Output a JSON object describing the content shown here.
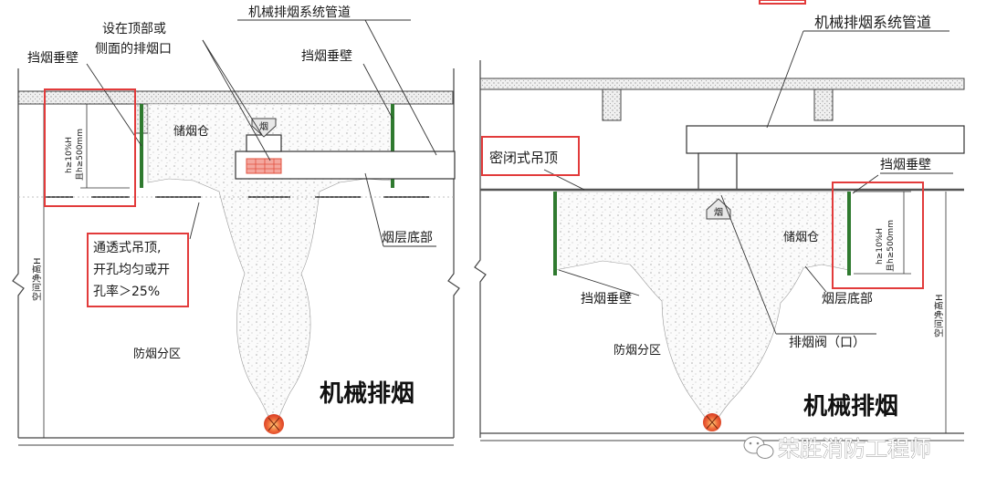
{
  "left_panel": {
    "labels": {
      "smoke_wall_top": "挡烟垂壁",
      "outlet_line1": "设在顶部或",
      "outlet_line2": "侧面的排烟口",
      "duct": "机械排烟系统管道",
      "smoke_wall_right": "挡烟垂壁",
      "h_line1": "h≥10%H",
      "h_line2": "且h≥500mm",
      "smoke_reservoir": "储烟仓",
      "smoke_flag": "烟",
      "smoke_layer_bottom": "烟层底部",
      "ceiling_line1": "通透式吊顶,",
      "ceiling_line2": "开孔均匀或开",
      "ceiling_line3": "孔率＞25%",
      "clear_height": "空间净高H",
      "zone": "防烟分区",
      "title": "机械排烟"
    }
  },
  "right_panel": {
    "labels": {
      "duct": "机械排烟系统管道",
      "sealed_ceiling": "密闭式吊顶",
      "smoke_wall_top": "挡烟垂壁",
      "h_line1": "h≥10%H",
      "h_line2": "且h≥500mm",
      "smoke_reservoir": "储烟仓",
      "smoke_flag": "烟",
      "smoke_wall_bottom": "挡烟垂壁",
      "smoke_layer_bottom": "烟层底部",
      "damper": "排烟阀（口）",
      "clear_height": "空间净高H",
      "zone": "防烟分区",
      "title": "机械排烟"
    }
  },
  "watermark": {
    "icon": "wechat-icon",
    "text": "荣胜消防工程师"
  },
  "colors": {
    "highlight_box": "#e23b3b",
    "flame": "#e8553a",
    "hatch": "#c8c8c8",
    "line": "#333333"
  }
}
